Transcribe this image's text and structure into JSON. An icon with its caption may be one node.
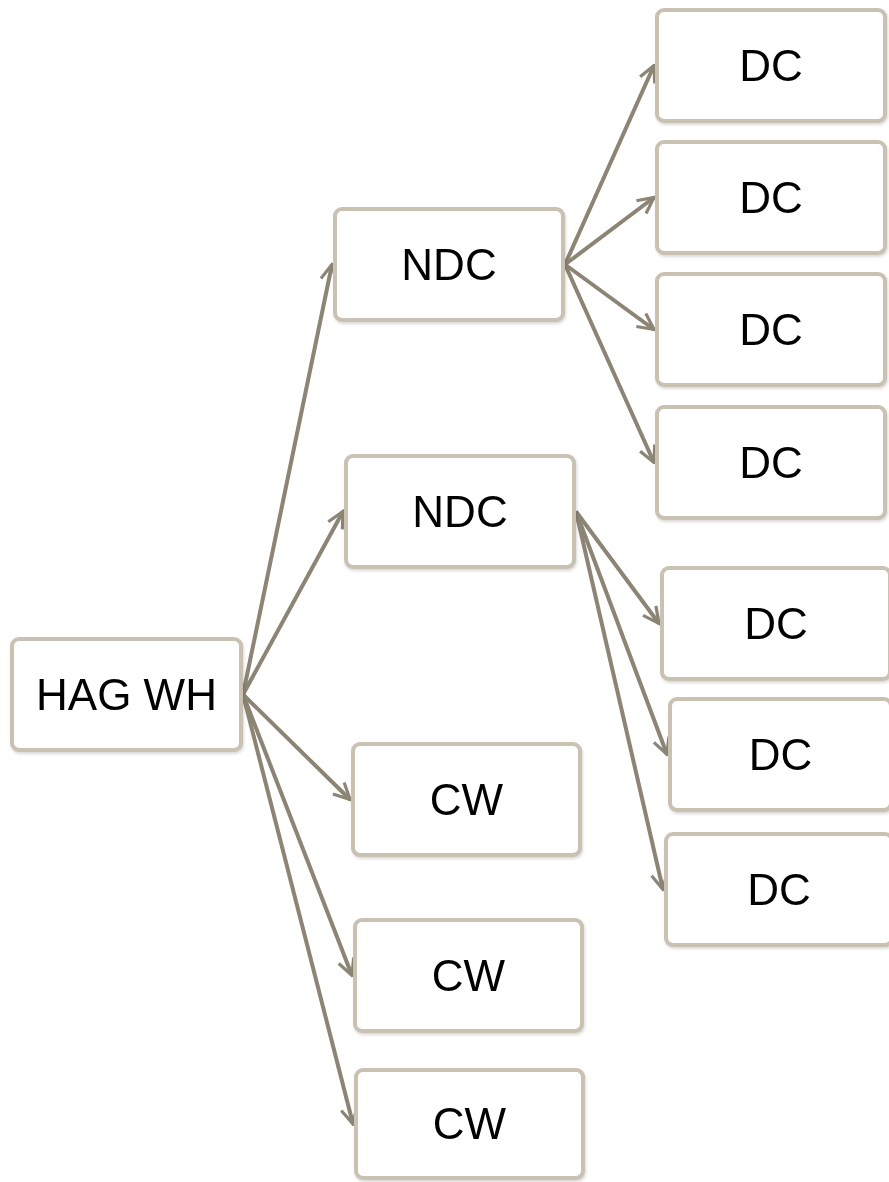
{
  "diagram": {
    "nodes": [
      {
        "text": [
          "HAG WH"
        ]
      },
      {
        "text": [
          "NDC"
        ]
      },
      {
        "text": [
          "NDC"
        ]
      },
      {
        "text": [
          "CW"
        ]
      },
      {
        "text": [
          "CW"
        ]
      },
      {
        "text": [
          "CW"
        ]
      },
      {
        "text": [
          "DC"
        ]
      },
      {
        "text": [
          "DC"
        ]
      },
      {
        "text": [
          "DC"
        ]
      },
      {
        "text": [
          "DC"
        ]
      },
      {
        "text": [
          "DC"
        ]
      },
      {
        "text": [
          "DC"
        ]
      },
      {
        "text": [
          "DC"
        ]
      }
    ],
    "edges": [
      {
        "from": 0,
        "to": 1,
        "arrow": "to"
      },
      {
        "from": 0,
        "to": 2,
        "arrow": "to"
      },
      {
        "from": 0,
        "to": 3,
        "arrow": "to"
      },
      {
        "from": 0,
        "to": 4,
        "arrow": "to"
      },
      {
        "from": 0,
        "to": 5,
        "arrow": "to"
      },
      {
        "from": 1,
        "to": 6,
        "arrow": "to"
      },
      {
        "from": 1,
        "to": 7,
        "arrow": "to"
      },
      {
        "from": 1,
        "to": 8,
        "arrow": "to"
      },
      {
        "from": 1,
        "to": 9,
        "arrow": "to"
      },
      {
        "from": 2,
        "to": 10,
        "arrow": "to"
      },
      {
        "from": 2,
        "to": 11,
        "arrow": "to"
      },
      {
        "from": 2,
        "to": 12,
        "arrow": "to"
      }
    ]
  }
}
